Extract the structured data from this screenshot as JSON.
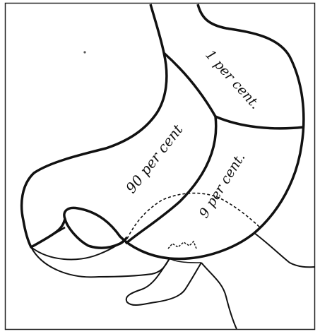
{
  "labels": {
    "top": "1 per cent.",
    "middle": "90 per cent",
    "lower": "9 per cent."
  },
  "colors": {
    "ink": "#111111",
    "paper": "#ffffff",
    "border": "#222222"
  }
}
